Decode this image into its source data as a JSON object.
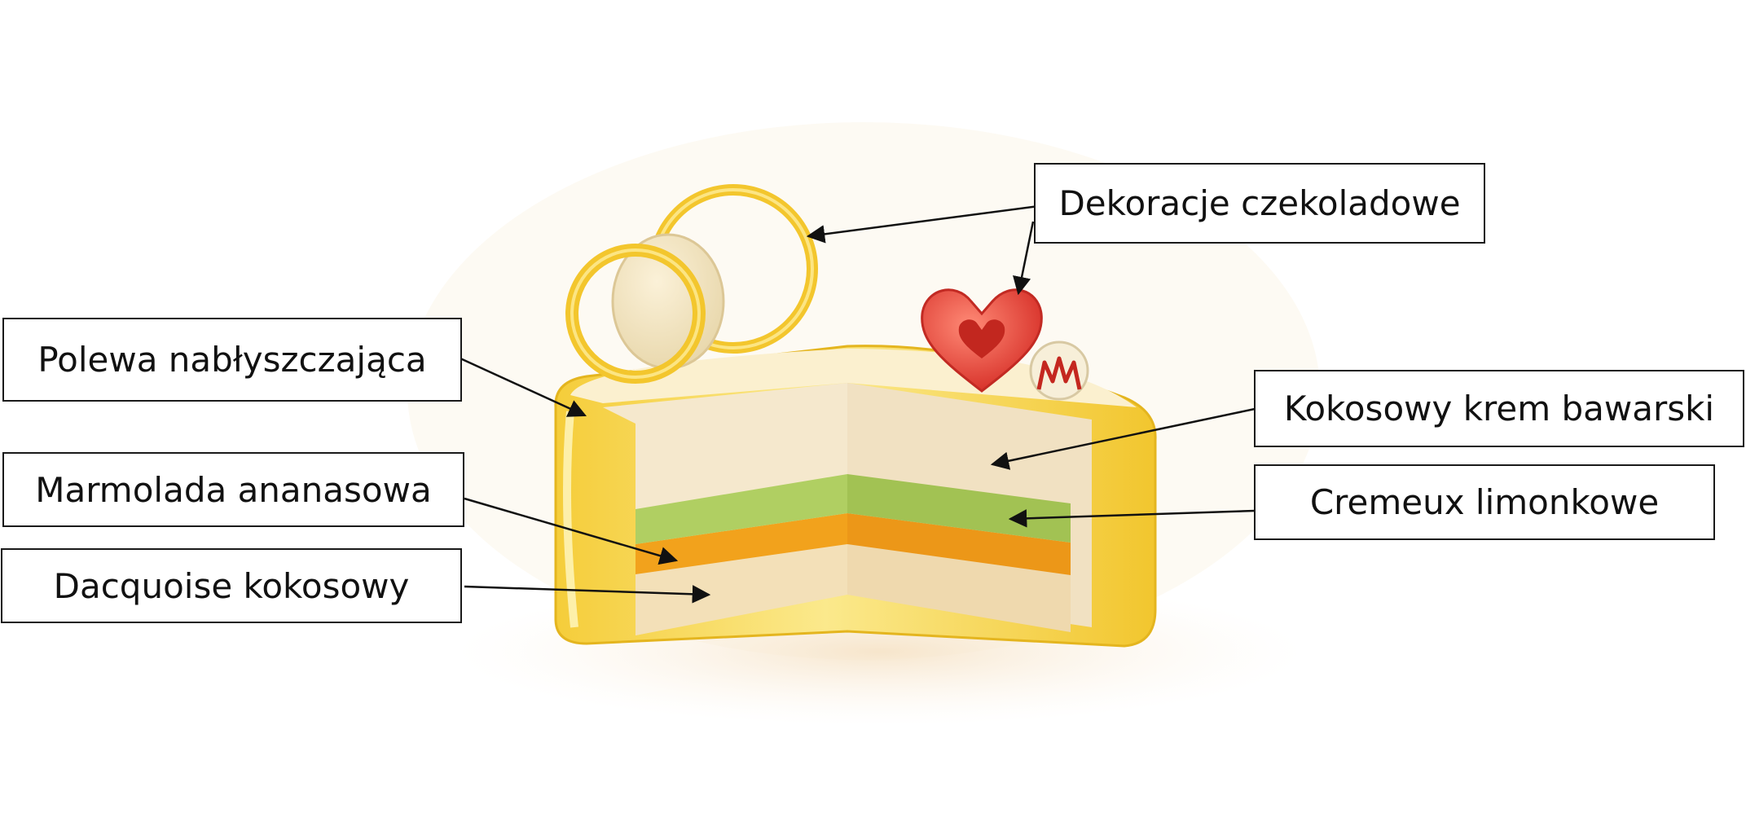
{
  "labels": {
    "glaze": "Polewa nabłyszczająca",
    "marmalade": "Marmolada ananasowa",
    "dacquoise": "Dacquoise kokosowy",
    "decorations": "Dekoracje czekoladowe",
    "bavarian": "Kokosowy krem bawarski",
    "cremeux": "Cremeux limonkowe"
  },
  "colors": {
    "glaze": "#f7d54a",
    "mousse": "#f6ead3",
    "lime": "#a9c95a",
    "pineapple": "#f2a21c",
    "sponge": "#f3e3c2",
    "heart": "#e5473e",
    "line": "#111111"
  },
  "icons": [
    "chocolate-ring",
    "macaron",
    "chocolate-heart",
    "white-chocolate-disc"
  ]
}
